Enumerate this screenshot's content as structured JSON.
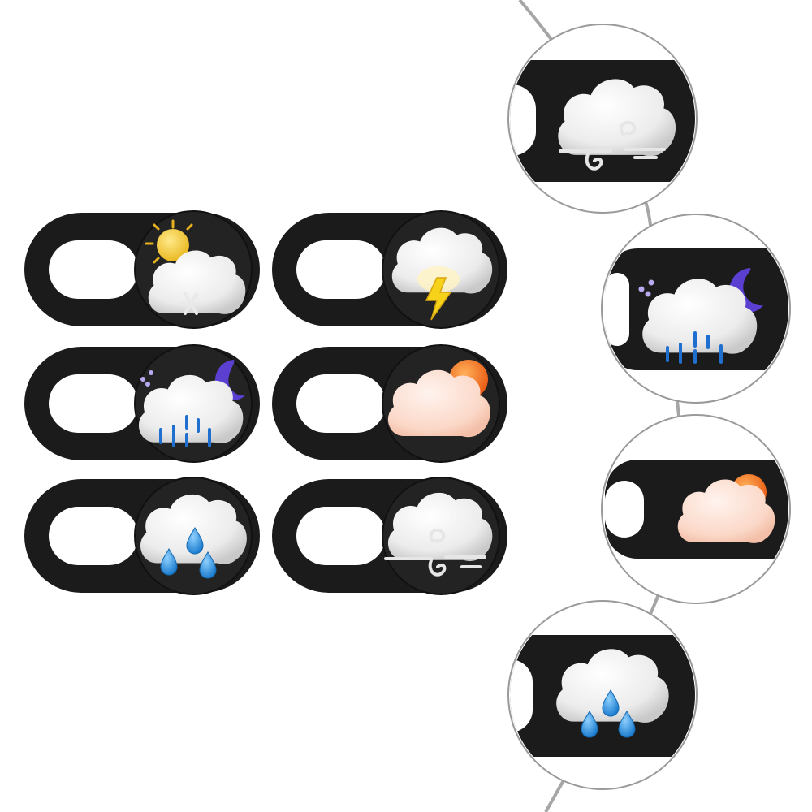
{
  "scene": {
    "background": "#ffffff",
    "cover_color": "#1a1a1a",
    "connector_color": "#a6a6a6",
    "ring_color": "#9a9a9a",
    "stickers": [
      {
        "name": "snow-sun-cover",
        "icon": "sun-cloud-snow-icon"
      },
      {
        "name": "thunder-cover",
        "icon": "cloud-lightning-icon"
      },
      {
        "name": "moon-rain-cover",
        "icon": "moon-cloud-rain-icon"
      },
      {
        "name": "sunset-cloud-cover",
        "icon": "sun-cloud-icon"
      },
      {
        "name": "rain-drops-cover",
        "icon": "cloud-raindrops-icon"
      },
      {
        "name": "fog-cloud-cover",
        "icon": "cloud-fog-icon"
      }
    ],
    "zoom_callouts": [
      {
        "name": "zoom-fog",
        "icon": "cloud-fog-icon"
      },
      {
        "name": "zoom-moon-rain",
        "icon": "moon-cloud-rain-icon"
      },
      {
        "name": "zoom-sunset",
        "icon": "sun-cloud-icon"
      },
      {
        "name": "zoom-rain-drops",
        "icon": "cloud-raindrops-icon"
      }
    ],
    "palette": {
      "cloud": "#f2f2f2",
      "cloud_shade": "#d4d4d4",
      "sun": "#f5d03a",
      "moon": "#5b3fd0",
      "rain": "#1f6fd1",
      "drop": "#2a8fe0",
      "lightning": "#f6d31a",
      "peach": "#fbd9cc",
      "orange_sun": "#f07a1a",
      "dots": "#b9a9f0"
    }
  }
}
